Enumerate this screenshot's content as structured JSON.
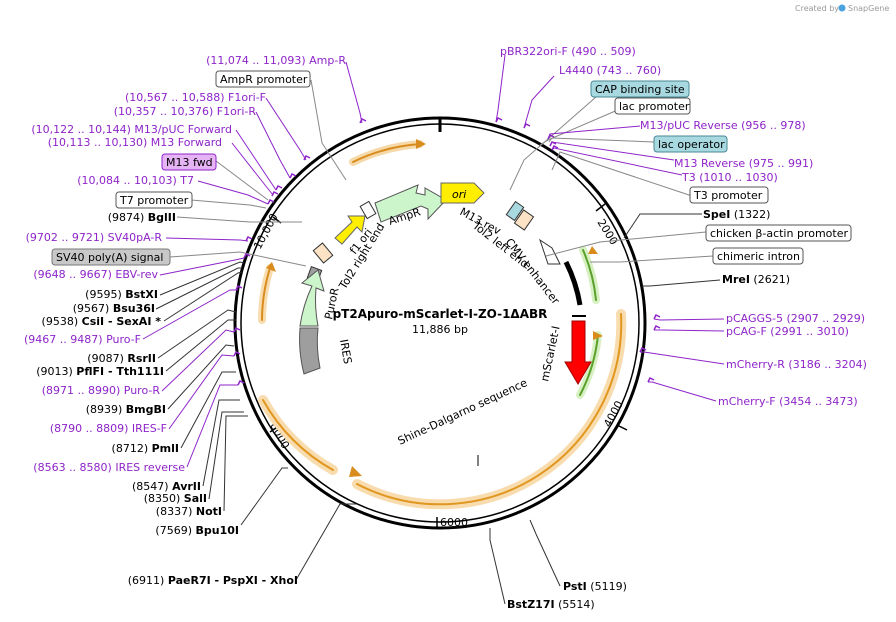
{
  "credit": {
    "text": "Created by",
    "brand": "SnapGene"
  },
  "plasmid": {
    "name": "pT2Apuro-mScarlet-I-ZO-1ΔABR",
    "size": "11,886 bp",
    "length": 11886
  },
  "ticks": [
    "2000",
    "4000",
    "6000",
    "8000",
    "10,000"
  ],
  "left_labels": [
    {
      "text": "(11,074 .. 11,093)  Amp-R",
      "kind": "primer"
    },
    {
      "text": "AmpR promoter",
      "kind": "boxed"
    },
    {
      "text": "(10,567 .. 10,588)  F1ori-F",
      "kind": "primer"
    },
    {
      "text": "(10,357 .. 10,376)  F1ori-R",
      "kind": "primer"
    },
    {
      "text": "(10,122 .. 10,144)  M13/pUC Forward",
      "kind": "primer"
    },
    {
      "text": "(10,113 .. 10,130)  M13 Forward",
      "kind": "primer"
    },
    {
      "text": "M13 fwd",
      "kind": "boxed-purple"
    },
    {
      "text": "(10,084 .. 10,103)  T7",
      "kind": "primer"
    },
    {
      "text": "T7 promoter",
      "kind": "boxed"
    },
    {
      "text": "(9874)  BglII",
      "kind": "site"
    },
    {
      "text": "(9702 .. 9721)  SV40pA-R",
      "kind": "primer"
    },
    {
      "text": "SV40 poly(A) signal",
      "kind": "boxed-grey"
    },
    {
      "text": "(9648 .. 9667)  EBV-rev",
      "kind": "primer"
    },
    {
      "text": "(9595)  BstXI",
      "kind": "site"
    },
    {
      "text": "(9567)  Bsu36I",
      "kind": "site"
    },
    {
      "text": "(9538)  CsiI  -  SexAI *",
      "kind": "site"
    },
    {
      "text": "(9467 .. 9487)  Puro-F",
      "kind": "primer"
    },
    {
      "text": "(9087)  RsrII",
      "kind": "site"
    },
    {
      "text": "(9013)  PflFI  -  Tth111I",
      "kind": "site"
    },
    {
      "text": "(8971 .. 8990)  Puro-R",
      "kind": "primer"
    },
    {
      "text": "(8939)  BmgBI",
      "kind": "site"
    },
    {
      "text": "(8790 .. 8809)  IRES-F",
      "kind": "primer"
    },
    {
      "text": "(8712)  PmlI",
      "kind": "site"
    },
    {
      "text": "(8563 .. 8580)  IRES reverse",
      "kind": "primer"
    },
    {
      "text": "(8547)  AvrII",
      "kind": "site"
    },
    {
      "text": "(8350)  SalI",
      "kind": "site"
    },
    {
      "text": "(8337)  NotI",
      "kind": "site"
    },
    {
      "text": "(7569)  Bpu10I",
      "kind": "site"
    },
    {
      "text": "(6911)  PaeR7I  -  PspXI  -  XhoI",
      "kind": "site"
    }
  ],
  "right_labels": [
    {
      "text": "pBR322ori-F  (490 .. 509)",
      "kind": "primer"
    },
    {
      "text": "L4440  (743 .. 760)",
      "kind": "primer"
    },
    {
      "text": "CAP binding site",
      "kind": "boxed-teal"
    },
    {
      "text": "lac promoter",
      "kind": "boxed"
    },
    {
      "text": "M13/pUC Reverse  (956 .. 978)",
      "kind": "primer"
    },
    {
      "text": "lac operator",
      "kind": "boxed-teal"
    },
    {
      "text": "M13 Reverse  (975 .. 991)",
      "kind": "primer"
    },
    {
      "text": "T3  (1010 .. 1030)",
      "kind": "primer"
    },
    {
      "text": "T3 promoter",
      "kind": "boxed"
    },
    {
      "text": "SpeI  (1322)",
      "kind": "site"
    },
    {
      "text": "chicken β-actin promoter",
      "kind": "boxed"
    },
    {
      "text": "chimeric intron",
      "kind": "boxed"
    },
    {
      "text": "MreI  (2621)",
      "kind": "site"
    },
    {
      "text": "pCAGGS-5  (2907 .. 2929)",
      "kind": "primer"
    },
    {
      "text": "pCAG-F  (2991 .. 3010)",
      "kind": "primer"
    },
    {
      "text": "mCherry-R  (3186 .. 3204)",
      "kind": "primer"
    },
    {
      "text": "mCherry-F  (3454 .. 3473)",
      "kind": "primer"
    },
    {
      "text": "PstI  (5119)",
      "kind": "site"
    },
    {
      "text": "BstZ17I  (5514)",
      "kind": "site"
    }
  ],
  "inner_labels": {
    "ori": "ori",
    "ampr": "AmpR",
    "f1ori": "f1 ori",
    "tol2_right": "Tol2 right end",
    "puror": "PuroR",
    "ires": "IRES",
    "m13rev": "M13 rev",
    "tol2_left": "Tol2 left end",
    "cmv": "CMV enhancer",
    "mscarlet": "mScarlet-I",
    "shine": "Shine-Dalgarno sequence"
  },
  "colors": {
    "primer": "#8e24c9",
    "ori": "#ffee00",
    "ampr": "#ccf5cc",
    "puror": "#ccf5cc",
    "ires": "#9e9e9e",
    "mscarlet": "#ff0000",
    "orf": "#f5a623",
    "orf_green": "#5aa02c",
    "boxed_teal": "#a8d8e0",
    "boxed_purple": "#e6b3f5",
    "boxed_grey": "#c8c8c8"
  }
}
